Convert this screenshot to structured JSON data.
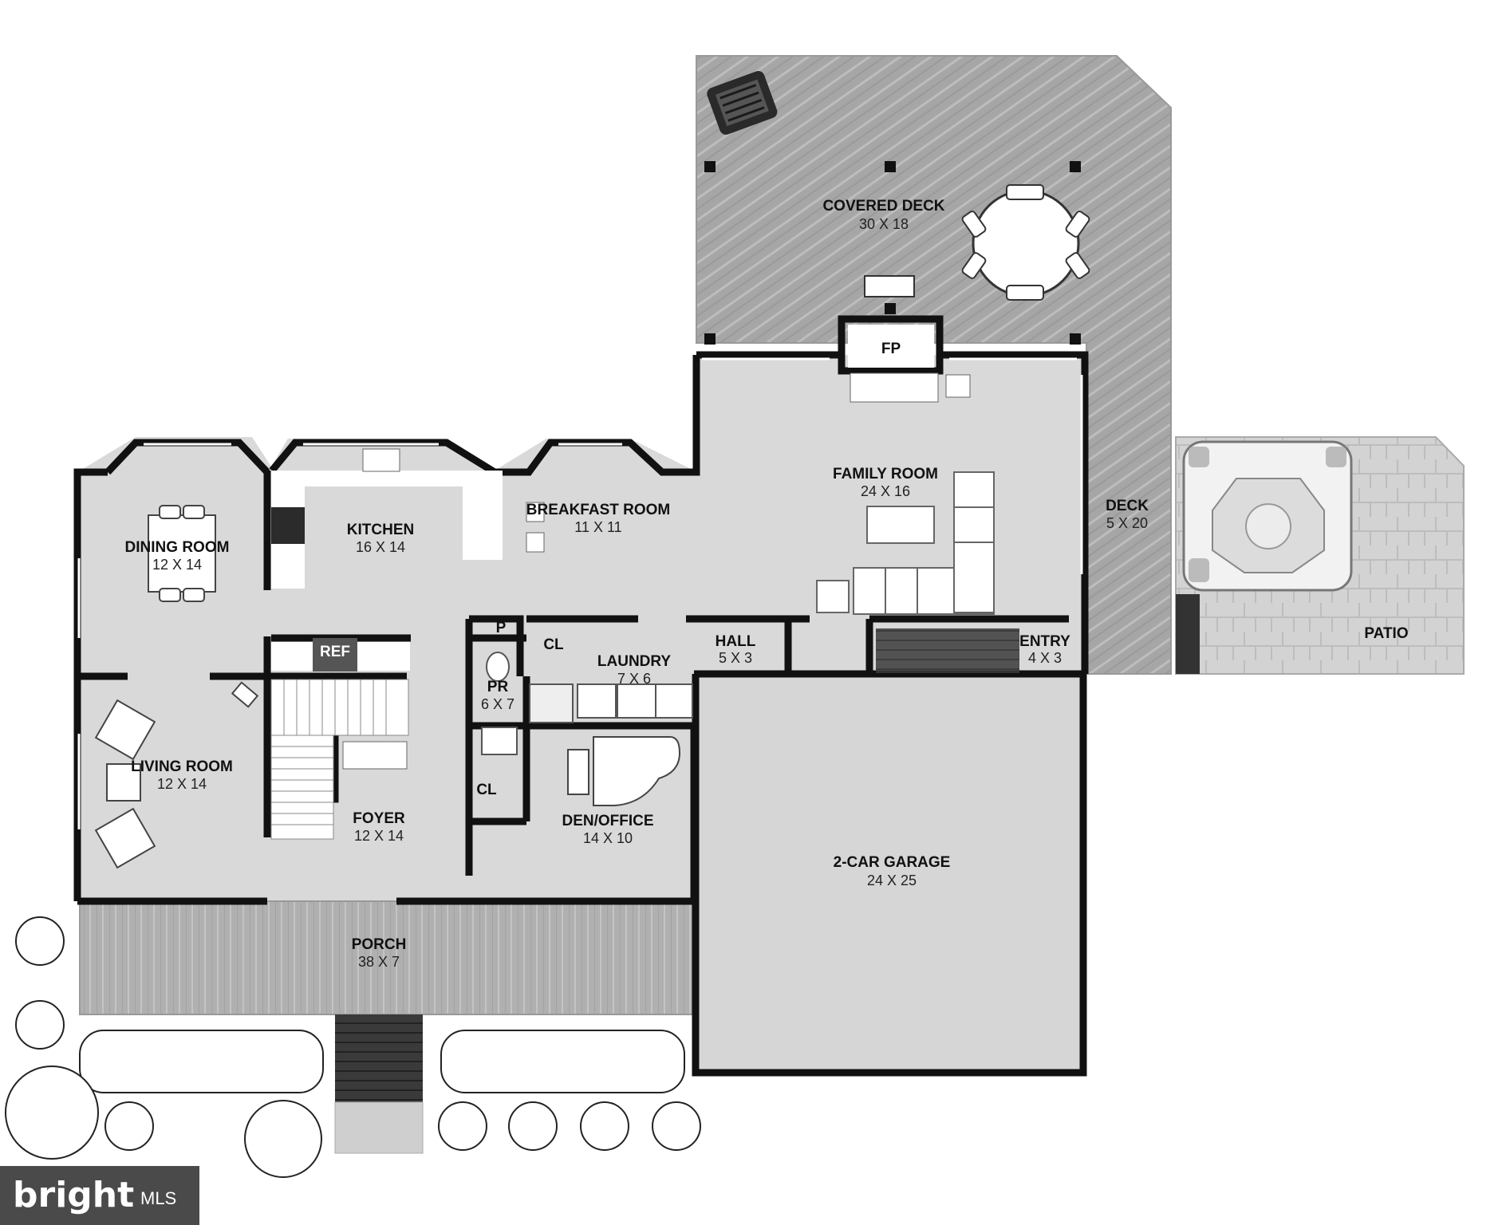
{
  "rooms": {
    "covered_deck": {
      "name": "COVERED DECK",
      "dims": "30 X 18"
    },
    "fireplace": {
      "name": "FP"
    },
    "family_room": {
      "name": "FAMILY ROOM",
      "dims": "24 X 16"
    },
    "deck": {
      "name": "DECK",
      "dims": "5 X 20"
    },
    "patio": {
      "name": "PATIO"
    },
    "dining_room": {
      "name": "DINING ROOM",
      "dims": "12 X 14"
    },
    "kitchen": {
      "name": "KITCHEN",
      "dims": "16 X 14"
    },
    "breakfast_room": {
      "name": "BREAKFAST ROOM",
      "dims": "11 X 11"
    },
    "refrigerator": {
      "name": "REF"
    },
    "pantry": {
      "name": "P"
    },
    "closet_laundry": {
      "name": "CL"
    },
    "laundry": {
      "name": "LAUNDRY",
      "dims": "7 X 6"
    },
    "hall": {
      "name": "HALL",
      "dims": "5 X 3"
    },
    "entry": {
      "name": "ENTRY",
      "dims": "4 X 3"
    },
    "powder_room": {
      "name": "PR",
      "dims": "6 X 7"
    },
    "living_room": {
      "name": "LIVING ROOM",
      "dims": "12 X 14"
    },
    "foyer": {
      "name": "FOYER",
      "dims": "12 X 14"
    },
    "closet_foyer": {
      "name": "CL"
    },
    "den_office": {
      "name": "DEN/OFFICE",
      "dims": "14 X 10"
    },
    "garage": {
      "name": "2-CAR GARAGE",
      "dims": "24 X 25"
    },
    "porch": {
      "name": "PORCH",
      "dims": "38 X 7"
    }
  },
  "watermark": {
    "brand": "bright",
    "suffix": "MLS"
  },
  "colors": {
    "interior": "#d9d9d9",
    "deck": "#a9a9a9",
    "porch": "#b3b3b3",
    "patio": "#cfcfcf",
    "walls": "#111111",
    "logo_bg": "#4a4a4a"
  }
}
